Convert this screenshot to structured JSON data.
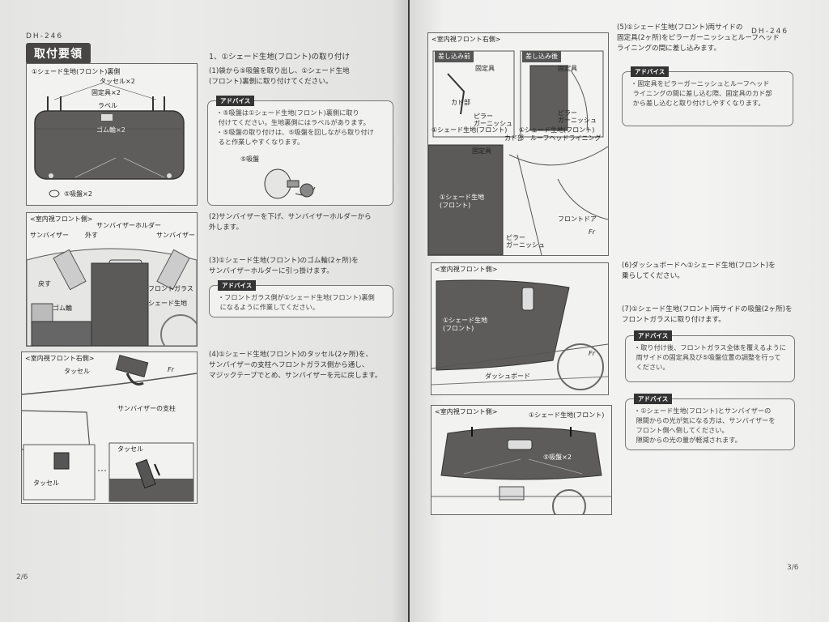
{
  "left_page": {
    "model": "DH-246",
    "title": "取付要領",
    "page_number": "2/6",
    "fig1": {
      "label_header": "①シェード生地(フロント)裏側",
      "label_tassel": "タッセル×2",
      "label_fixer": "固定具×2",
      "label_tag": "ラベル",
      "label_rubber": "ゴム輪×2",
      "label_suction": "⑤吸盤×2"
    },
    "fig2": {
      "header": "<室内視フロント側>",
      "label_visor_holder": "サンバイザーホルダー",
      "label_visor_left": "サンバイザー",
      "label_remove": "外す",
      "label_visor_right": "サンバイザー",
      "label_return": "戻す",
      "label_windshield": "フロントガラス",
      "label_rubber": "ゴム輪",
      "label_shade": "シェード生地"
    },
    "fig3": {
      "header": "<室内視フロント右側>",
      "label_tassel_top": "タッセル",
      "label_pillar": "サンバイザーの支柱",
      "label_tassel_inset": "タッセル",
      "label_tassel_bottom": "タッセル",
      "label_fr": "Fr"
    },
    "steps": [
      {
        "heading": "1、①シェード生地(フロント)の取り付け",
        "text": "(1)袋から⑤吸盤を取り出し、①シェード生地\n(フロント)裏側に取り付けてください。"
      },
      {
        "text": "(2)サンバイザーを下げ、サンバイザーホルダーから\n外します。"
      },
      {
        "text": "(3)①シェード生地(フロント)のゴム輪(2ヶ所)を\nサンバイザーホルダーに引っ掛けます。"
      },
      {
        "text": "(4)①シェード生地(フロント)のタッセル(2ヶ所)を、\nサンバイザーの支柱へフロントガラス側から通し、\nマジックテープでとめ、サンバイザーを元に戻します。"
      }
    ],
    "advice1": {
      "tag": "アドバイス",
      "text": "・⑤吸盤は①シェード生地(フロント)裏側に取り\n 付けてください。生地裏側にはラベルがあります。\n・⑤吸盤の取り付けは、⑤吸盤を回しながら取り付け\n ると作業しやすくなります。",
      "label_suction": "⑤吸盤"
    },
    "advice2": {
      "tag": "アドバイス",
      "text": "・フロントガラス側が①シェード生地(フロント)裏側\n になるように作業してください。"
    }
  },
  "right_page": {
    "model": "DH-246",
    "page_number": "3/6",
    "fig4": {
      "header": "<室内視フロント右側>",
      "sub_left": "差し込み前",
      "sub_right": "差し込み後",
      "label_fixer_l": "固定具",
      "label_fixer_r": "固定具",
      "label_edge": "カド部",
      "label_pillar_l": "ピラー\nガーニッシュ",
      "label_pillar_r": "ピラー\nガーニッシュ",
      "label_shade_l": "①シェード生地(フロント)",
      "label_shade_r": "①シェード生地(フロント)",
      "label_edge2": "カド部",
      "label_roof": "ルーフヘッドライニング",
      "label_fixer2": "固定具",
      "label_shade_main": "①シェード生地\n(フロント)",
      "label_front_door": "フロントドア",
      "label_pillar_bottom": "ピラー\nガーニッシュ",
      "label_fr": "Fr"
    },
    "fig5": {
      "header": "<室内視フロント側>",
      "label_shade": "①シェード生地\n(フロント)",
      "label_dash": "ダッシュボード",
      "label_fr": "Fr"
    },
    "fig6": {
      "header": "<室内視フロント側>",
      "label_shade": "①シェード生地(フロント)",
      "label_suction": "⑤吸盤×2"
    },
    "steps": [
      {
        "text": "(5)①シェード生地(フロント)両サイドの\n固定具(2ヶ所)をピラーガーニッシュとルーフヘッド\nライニングの間に差し込みます。"
      },
      {
        "text": "(6)ダッシュボードへ①シェード生地(フロント)を\n乗らしてください。"
      },
      {
        "text": "(7)①シェード生地(フロント)両サイドの吸盤(2ヶ所)を\nフロントガラスに取り付けます。"
      }
    ],
    "advice1": {
      "tag": "アドバイス",
      "text": "・固定具をピラーガーニッシュとルーフヘッド\n ライニングの間に差し込む際、固定具のカド部\n から差し込むと取り付けしやすくなります。"
    },
    "advice2": {
      "tag": "アドバイス",
      "text": "・取り付け後、フロントガラス全体を覆えるように\n 両サイドの固定具及び⑤吸盤位置の調整を行って\n ください。"
    },
    "advice3": {
      "tag": "アドバイス",
      "text": "・①シェード生地(フロント)とサンバイザーの\n 隙間からの光が気になる方は、サンバイザーを\n フロント側へ倒してください。\n 隙間からの光の量が軽減されます。"
    }
  }
}
